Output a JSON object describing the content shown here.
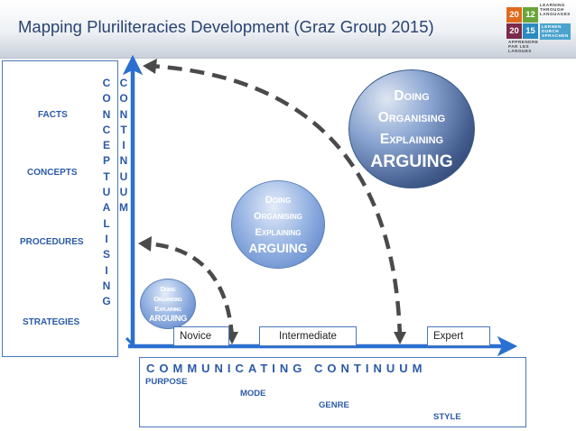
{
  "header": {
    "title": "Mapping Pluriliteracies Development (Graz Group 2015)",
    "logo": {
      "year_cells": [
        "20",
        "12",
        "20",
        "15"
      ],
      "text_blocks": [
        [
          "LEARNING",
          "THROUGH",
          "LANGUAGES"
        ],
        [
          "APPRENDRE",
          "PAR LES",
          "LANGUES"
        ],
        [
          "LERNEN",
          "DURCH",
          "SPRACHEN"
        ]
      ],
      "colors": [
        "#e06a1b",
        "#6aa43a",
        "#7a2a4a",
        "#2a8abf"
      ]
    }
  },
  "vertical_axis": {
    "label_letters_1": [
      "C",
      "O",
      "N",
      "C",
      "E",
      "P",
      "T",
      "U",
      "A",
      "L",
      "I",
      "S",
      "I",
      "N",
      "G"
    ],
    "label_letters_2": [
      "C",
      "O",
      "N",
      "T",
      "I",
      "N",
      "U",
      "U",
      "M"
    ],
    "levels": [
      "FACTS",
      "CONCEPTS",
      "PROCEDURES",
      "STRATEGIES"
    ]
  },
  "horizontal_axis": {
    "title": "COMMUNICATING CONTINUUM",
    "labels": [
      "PURPOSE",
      "MODE",
      "GENRE",
      "STYLE"
    ]
  },
  "level_boxes": {
    "novice": "Novice",
    "intermediate": "Intermediate",
    "expert": "Expert"
  },
  "circles": {
    "small": {
      "lines": [
        "Doing",
        "Organising",
        "Explaining"
      ],
      "last": "ARGUING"
    },
    "medium": {
      "lines": [
        "Doing",
        "Organising",
        "Explaining"
      ],
      "last": "ARGUING"
    },
    "large": {
      "lines": [
        "Doing",
        "Organising",
        "Explaining"
      ],
      "last": "ARGUING"
    }
  },
  "colors": {
    "axis_blue": "#2b6fd1",
    "text_blue": "#2b5aa7",
    "title_blue": "#2a4370",
    "dash_gray": "#4a4a4a"
  }
}
